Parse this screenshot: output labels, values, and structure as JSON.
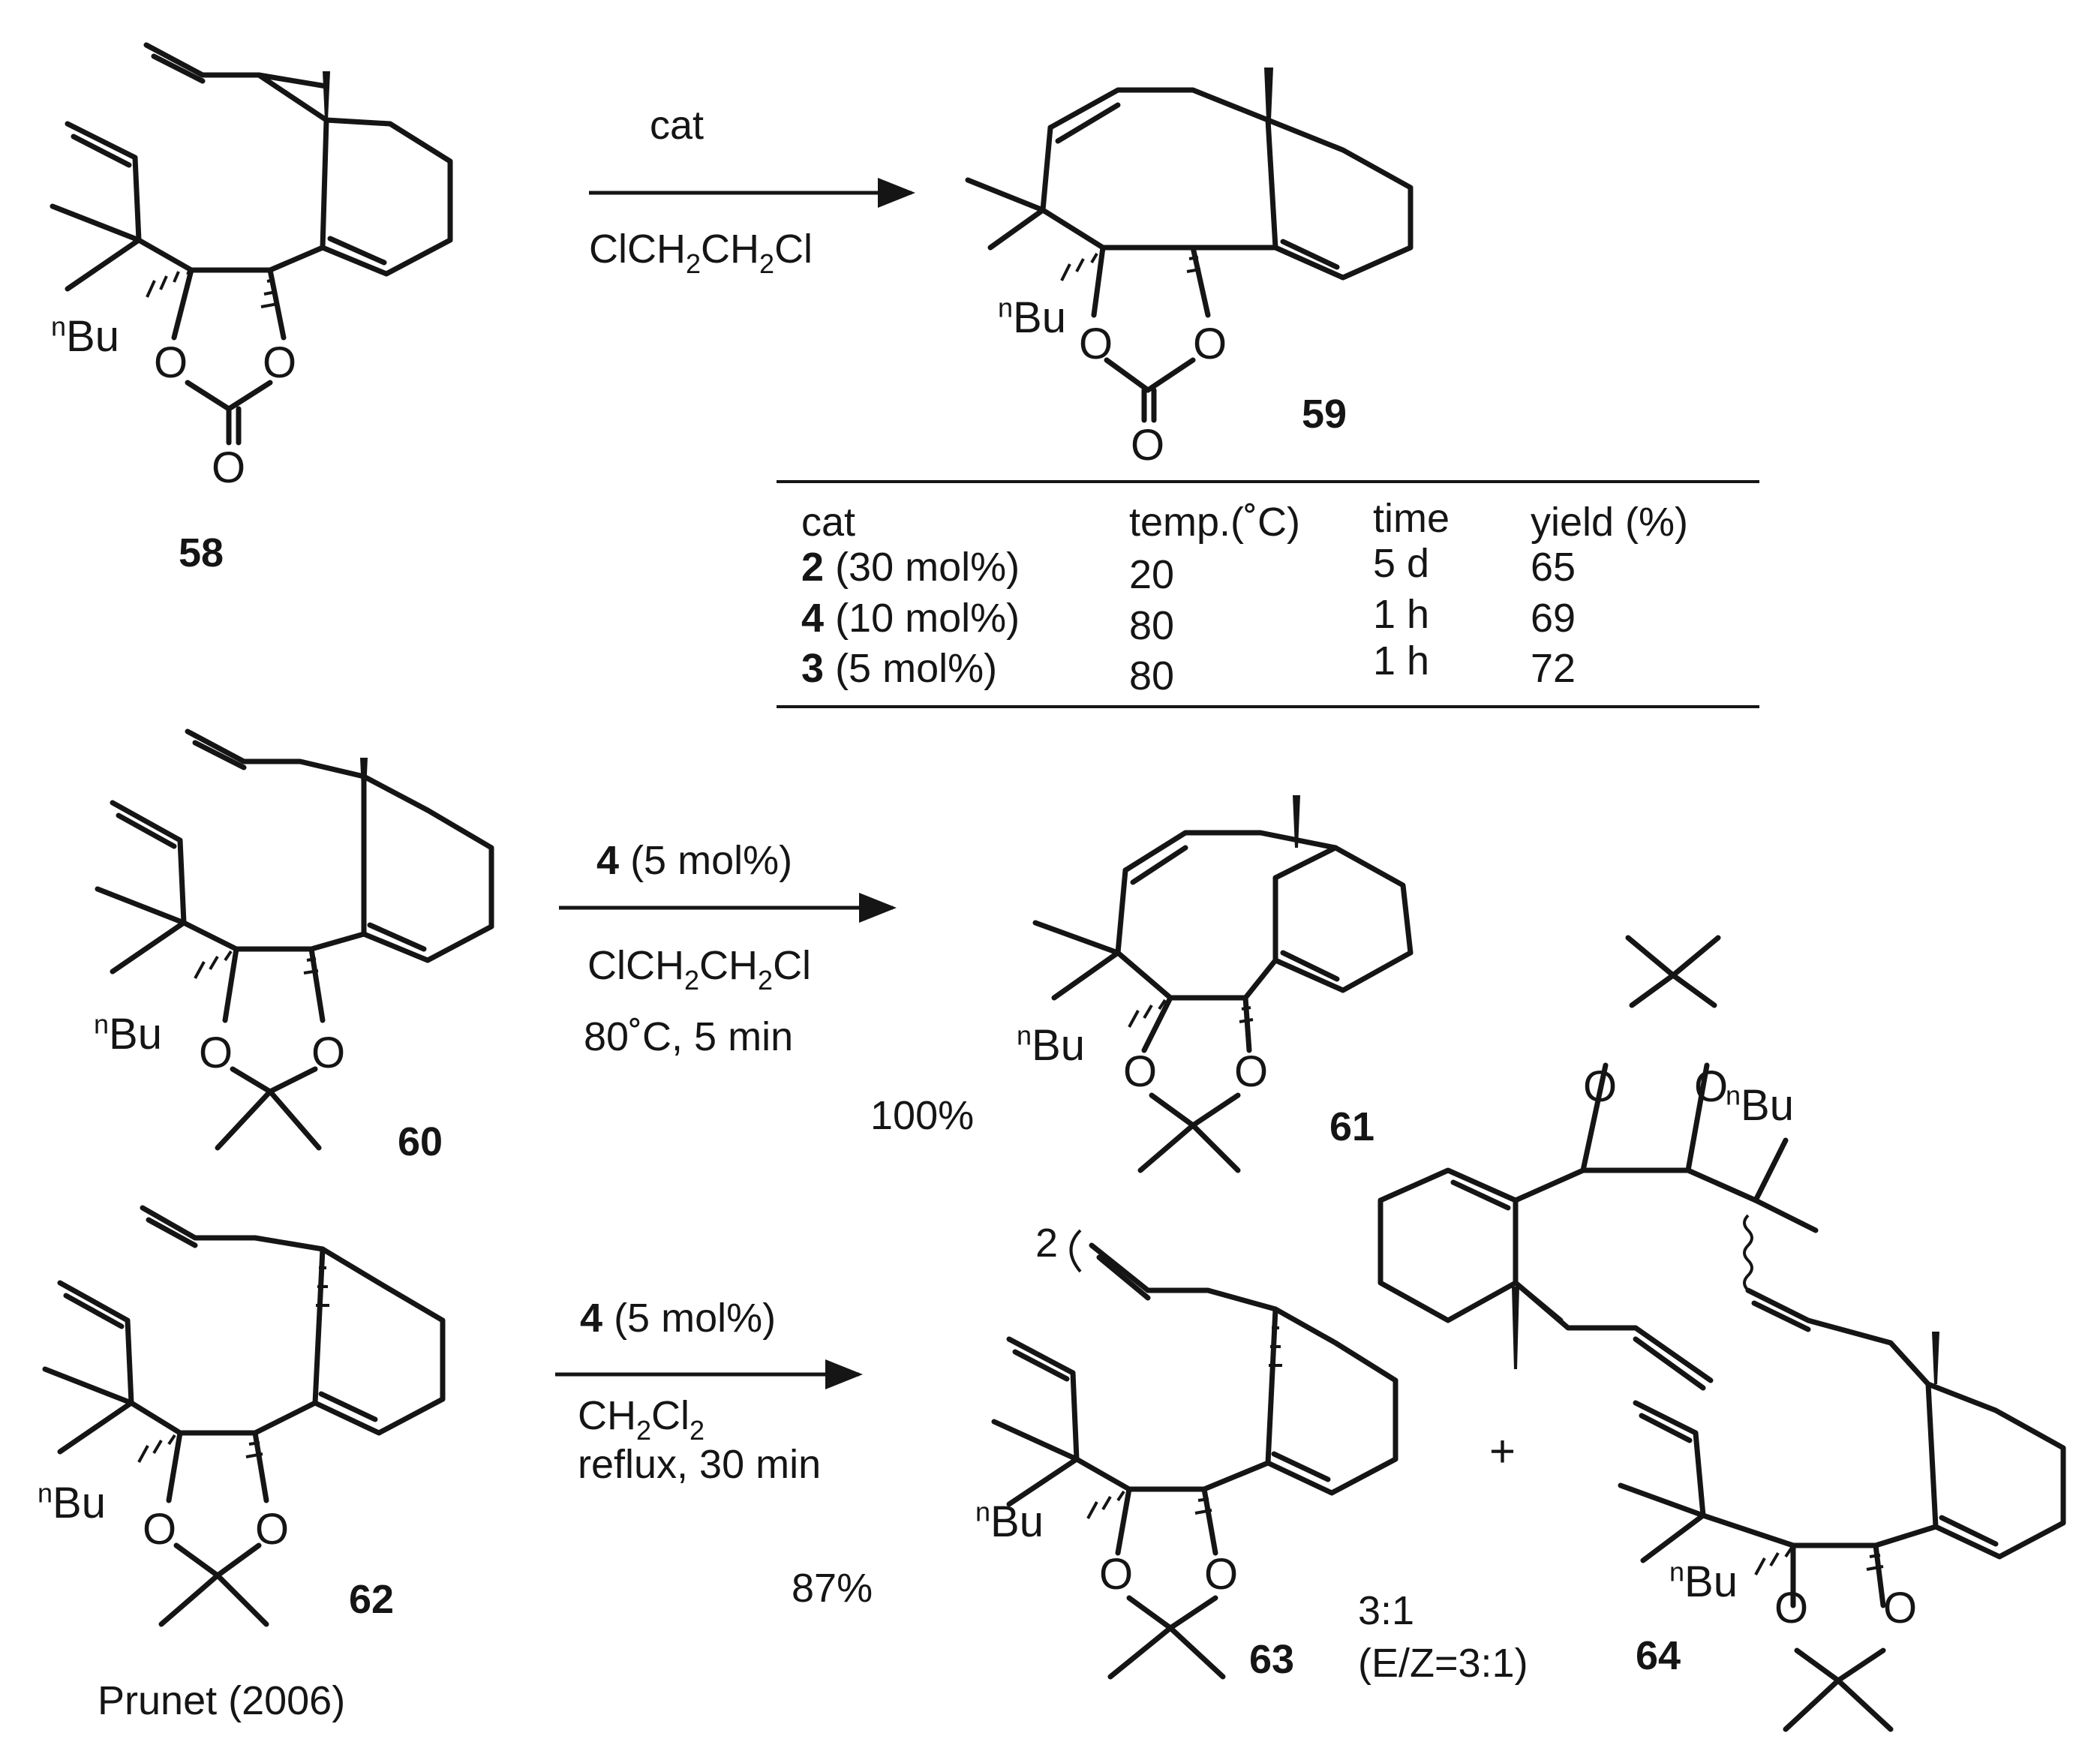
{
  "scheme1": {
    "arrow_above": "cat",
    "arrow_below": [
      "ClCH",
      "2",
      "CH",
      "2",
      "Cl"
    ],
    "sm_label": "58",
    "prod_label": "59",
    "table": {
      "headers": [
        "cat",
        "temp.(˚C)",
        "time",
        "yield (%)"
      ],
      "rows": [
        {
          "cat_num": "2",
          "cat_load": "(30 mol%)",
          "temp": "20",
          "time": "5 d",
          "yield": "65"
        },
        {
          "cat_num": "4",
          "cat_load": "(10 mol%)",
          "temp": "80",
          "time": "1 h",
          "yield": "69"
        },
        {
          "cat_num": "3",
          "cat_load": "(5 mol%)",
          "temp": "80",
          "time": "1 h",
          "yield": "72"
        }
      ]
    }
  },
  "scheme2": {
    "cat_num": "4",
    "cat_load": "(5 mol%)",
    "solvent": [
      "ClCH",
      "2",
      "CH",
      "2",
      "Cl"
    ],
    "conditions": "80˚C, 5 min",
    "yield": "100%",
    "sm_label": "60",
    "prod_label": "61"
  },
  "scheme3": {
    "cat_num": "4",
    "cat_load": "(5 mol%)",
    "solvent": [
      "CH",
      "2",
      "Cl",
      "2"
    ],
    "conditions": "reflux, 30 min",
    "yield": "87%",
    "sm_label": "62",
    "attribution": "Prunet (2006)",
    "dimer_count": "2",
    "plus": "+",
    "ratio": "3:1",
    "ez_ratio": "(E/Z=3:1)",
    "prod1_label": "63",
    "prod2_label": "64"
  },
  "atoms": {
    "nbu_prefix": "n",
    "nbu": "Bu",
    "oxygen": "O"
  }
}
